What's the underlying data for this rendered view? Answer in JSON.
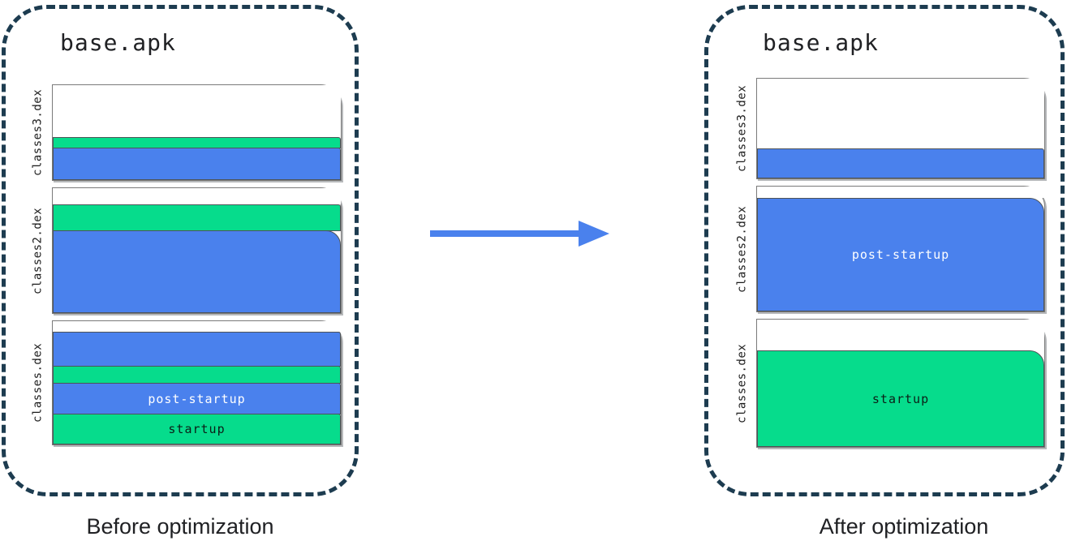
{
  "colors": {
    "blue": "#4A81ED",
    "green": "#06DC8C",
    "white": "#FFFFFF",
    "panel_border": "#1D3C50",
    "page_border": "#7A7A7A",
    "arrow": "#4A81ED",
    "ink": "#202124"
  },
  "arrow": {
    "name": "before-to-after-arrow"
  },
  "panels": [
    {
      "id": "before",
      "title": "base.apk",
      "caption": "Before optimization",
      "files": [
        {
          "name": "classes3.dex",
          "segments": [
            {
              "color": "white",
              "h": 64
            },
            {
              "color": "green",
              "h": 14
            },
            {
              "color": "blue",
              "h": 40
            }
          ]
        },
        {
          "name": "classes2.dex",
          "segments": [
            {
              "color": "white",
              "h": 20
            },
            {
              "color": "green",
              "h": 33
            },
            {
              "color": "blue",
              "h": 102,
              "rounded": true
            }
          ]
        },
        {
          "name": "classes.dex",
          "segments": [
            {
              "color": "white",
              "h": 13
            },
            {
              "color": "blue",
              "h": 43
            },
            {
              "color": "green",
              "h": 22
            },
            {
              "color": "blue",
              "h": 39,
              "label": "post-startup",
              "label_color": "white"
            },
            {
              "color": "green",
              "h": 38,
              "label": "startup",
              "label_color": "dark"
            }
          ]
        }
      ]
    },
    {
      "id": "after",
      "title": "base.apk",
      "caption": "After optimization",
      "files": [
        {
          "name": "classes3.dex",
          "segments": [
            {
              "color": "white",
              "h": 86
            },
            {
              "color": "blue",
              "h": 37
            }
          ]
        },
        {
          "name": "classes2.dex",
          "segments": [
            {
              "color": "white",
              "h": 14
            },
            {
              "color": "blue",
              "h": 140,
              "rounded": true,
              "label": "post-startup",
              "label_color": "white"
            }
          ]
        },
        {
          "name": "classes.dex",
          "segments": [
            {
              "color": "white",
              "h": 38
            },
            {
              "color": "green",
              "h": 119,
              "rounded": true,
              "label": "startup",
              "label_color": "dark"
            }
          ]
        }
      ]
    }
  ]
}
